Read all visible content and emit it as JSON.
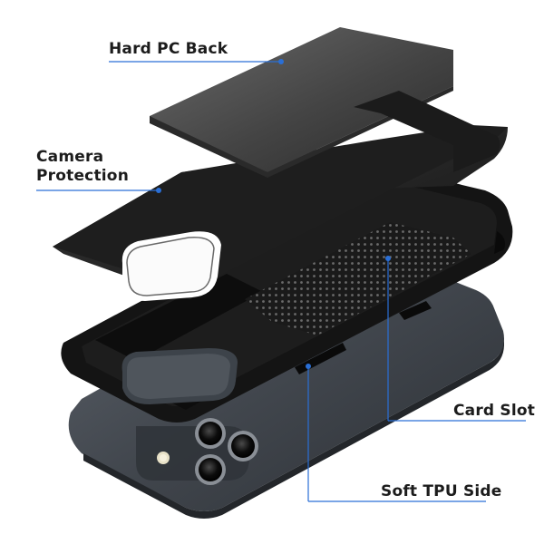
{
  "labels": {
    "hard_pc_back": "Hard PC Back",
    "camera_protection_line1": "Camera",
    "camera_protection_line2": "Protection",
    "card_slot": "Card Slot",
    "soft_tpu_side": "Soft TPU Side"
  },
  "colors": {
    "callout_line": "#2a6fd6",
    "label_text": "#1c1c1c",
    "case_black": "#161616",
    "phone_gray": "#4a5058",
    "background": "#ffffff"
  }
}
